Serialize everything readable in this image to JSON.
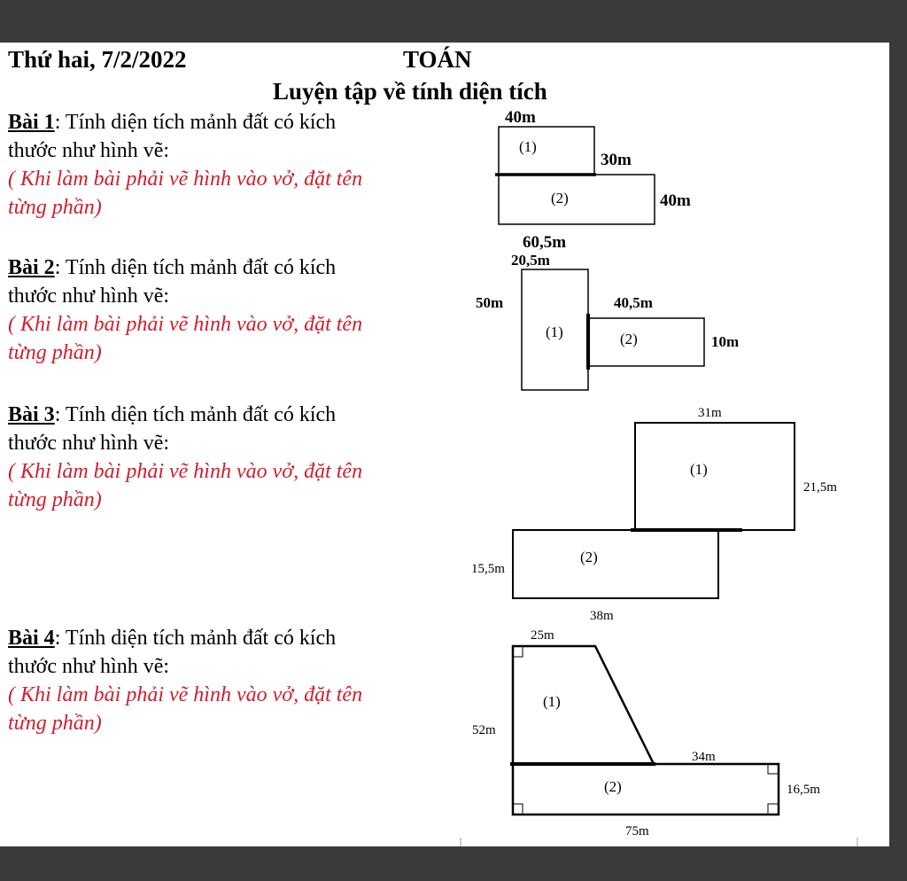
{
  "header": {
    "date": "Thứ hai, 7/2/2022",
    "subject": "TOÁN",
    "lesson_title": "Luyện tập về tính diện tích"
  },
  "colors": {
    "note": "#d21e2c",
    "page": "#ffffff",
    "frame": "#3a3a3a"
  },
  "exercises": [
    {
      "label": "Bài 1",
      "task": "Tính  diện tích mảnh đất có kích",
      "task_cont": "thước như hình vẽ:",
      "note_1": "( Khi làm bài phải vẽ hình vào vở, đặt tên",
      "note_2": "từng  phần)",
      "figure": {
        "top_width": "40m",
        "right_small": "30m",
        "right_big": "40m",
        "part1": "(1)",
        "part2": "(2)"
      }
    },
    {
      "label": "Bài 2",
      "task": "Tính   diện tích mảnh đất có kích",
      "task_cont": "thước như hình vẽ:",
      "note_1": "( Khi làm bài phải vẽ hình vào vở, đặt tên",
      "note_2": "từng  phần)",
      "figure": {
        "total_width": "60,5m",
        "tall_width": "20,5m",
        "tall_height": "50m",
        "small_width": "40,5m",
        "small_height": "10m",
        "part1": "(1)",
        "part2": "(2)"
      }
    },
    {
      "label": "Bài 3",
      "task": "Tính   diện tích mảnh đất có kích",
      "task_cont": "thước như hình vẽ:",
      "note_1": "( Khi làm bài phải vẽ hình vào vở, đặt tên",
      "note_2": "từng  phần)",
      "figure": {
        "top_width": "31m",
        "top_height": "21,5m",
        "bottom_height": "15,5m",
        "bottom_width": "38m",
        "part1": "(1)",
        "part2": "(2)"
      }
    },
    {
      "label": "Bài 4",
      "task": "Tính   diện tích mảnh đất có kích",
      "task_cont": "thước như hình vẽ:",
      "note_1": "( Khi làm bài phải vẽ hình vào vở, đặt tên",
      "note_2": "từng  phần)",
      "figure": {
        "top_base": "25m",
        "height": "52m",
        "step": "34m",
        "bottom_height": "16,5m",
        "bottom_width": "75m",
        "part1": "(1)",
        "part2": "(2)"
      }
    }
  ]
}
